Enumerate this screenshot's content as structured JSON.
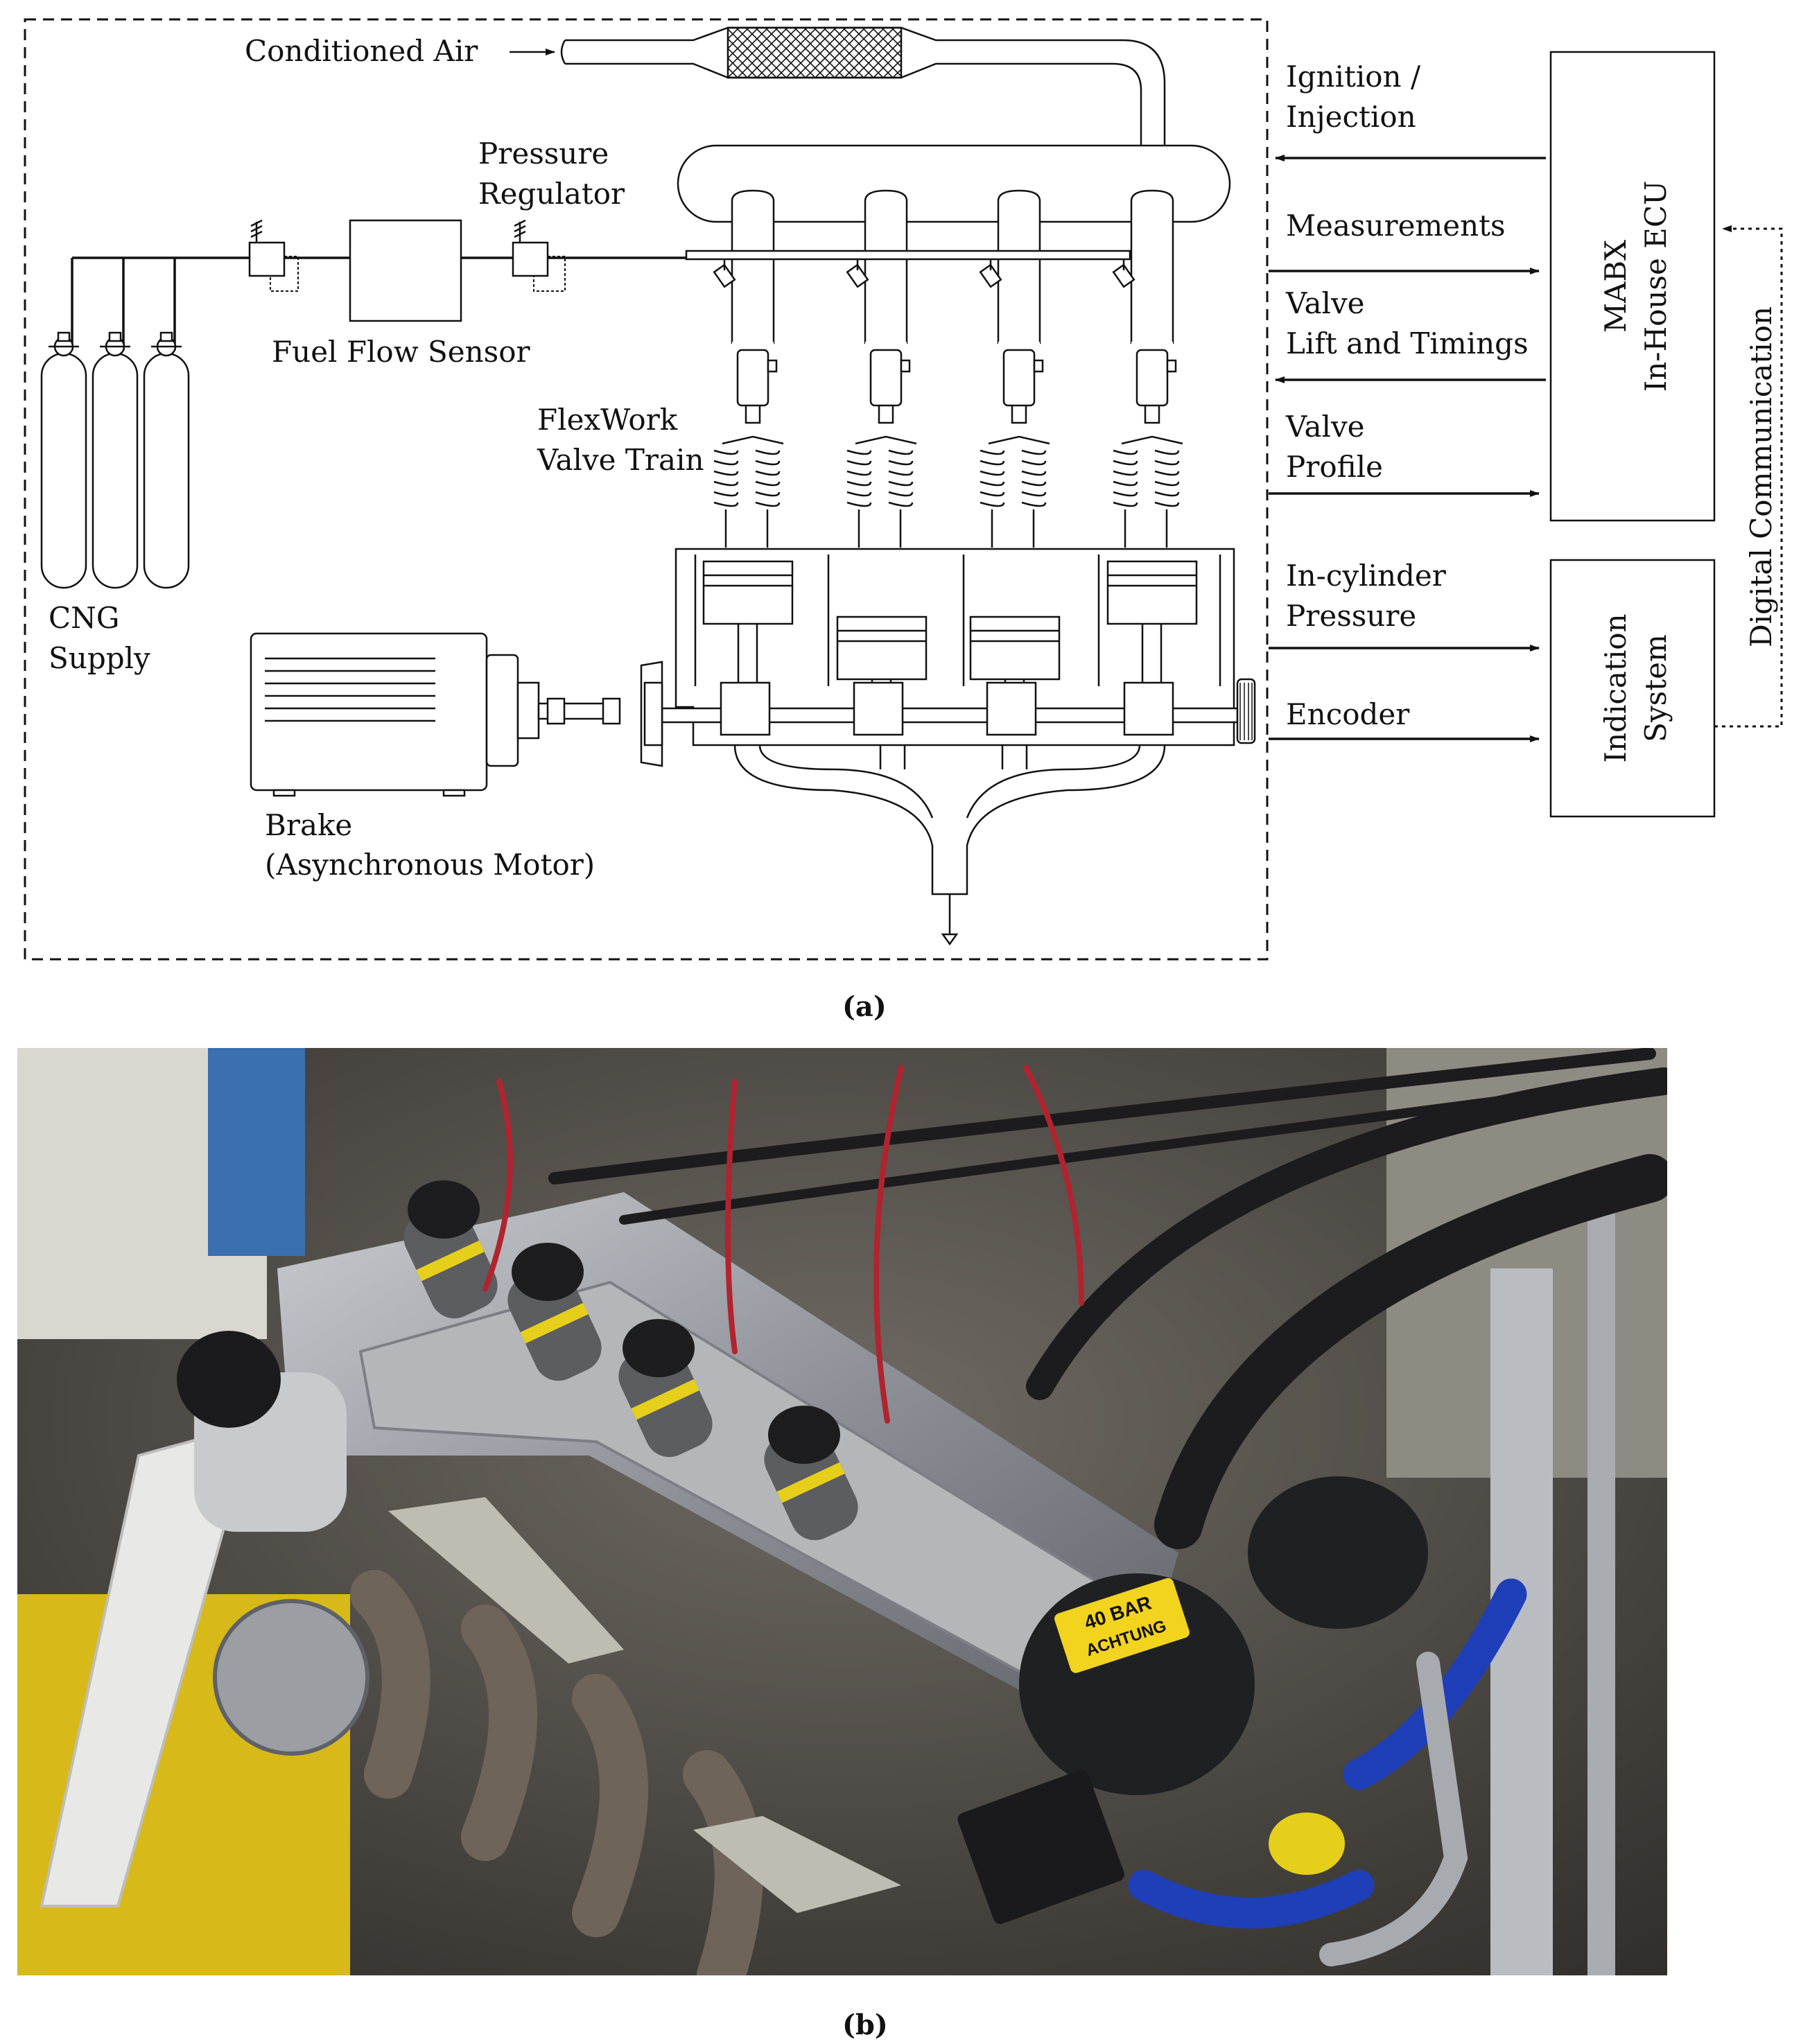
{
  "diagram": {
    "labels": {
      "conditioned_air": "Conditioned Air",
      "pressure": "Pressure",
      "regulator": "Regulator",
      "fuel_flow_sensor": "Fuel Flow Sensor",
      "flexwork": "FlexWork",
      "valve_train": "Valve Train",
      "cng": "CNG",
      "supply": "Supply",
      "brake": "Brake",
      "asynchronous_motor": "(Asynchronous Motor)"
    },
    "signals": {
      "ignition_1": "Ignition /",
      "ignition_2": "Injection",
      "measurements": "Measurements",
      "valve_lift_1": "Valve",
      "valve_lift_2": "Lift and Timings",
      "valve_profile_1": "Valve",
      "valve_profile_2": "Profile",
      "pressure_1": "In-cylinder",
      "pressure_2": "Pressure",
      "encoder": "Encoder"
    },
    "blocks": {
      "ecu_1": "MABX",
      "ecu_2": "In-House ECU",
      "indication_1": "Indication",
      "indication_2": "System",
      "digital_comm": "Digital Communication"
    }
  },
  "captions": {
    "a": "(a)",
    "b": "(b)"
  },
  "photo": {
    "labels": {
      "accumulator_sticker_1": "40 BAR",
      "accumulator_sticker_2": "ACHTUNG"
    }
  },
  "colors": {
    "line": "#111111",
    "engine_metal": "#8e9095",
    "hose": "#1c1c1e",
    "accent_yellow": "#e6cf1a",
    "blue_hose": "#1f3fb8",
    "red_wire": "#b1242f"
  }
}
